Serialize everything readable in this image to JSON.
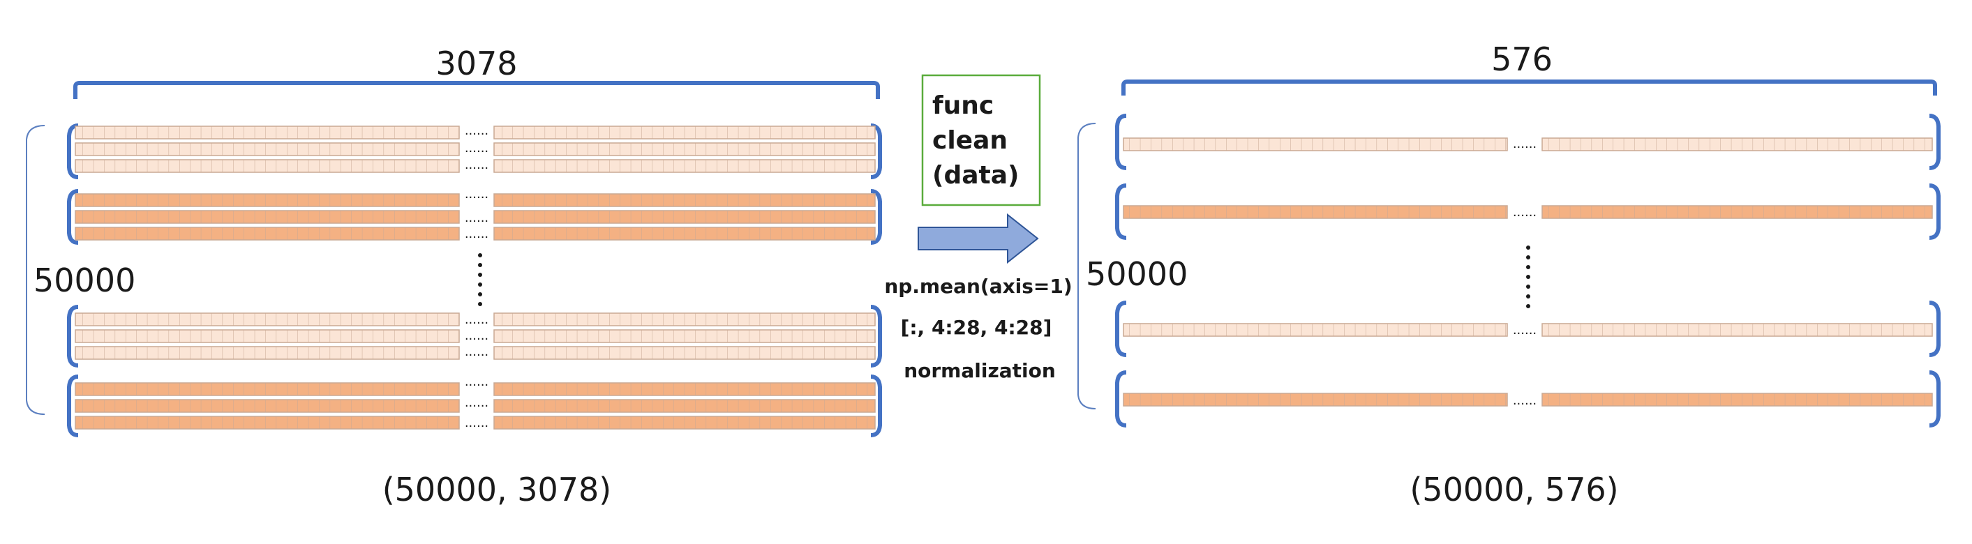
{
  "left_panel": {
    "width_label": "3078",
    "height_label": "50000",
    "shape_label": "(50000, 3078)",
    "dots": "......",
    "vdots": "⋮"
  },
  "right_panel": {
    "width_label": "576",
    "height_label": "50000",
    "shape_label": "(50000, 576)",
    "dots": "......",
    "vdots": "⋮"
  },
  "function_box": {
    "lines": [
      "func",
      "clean",
      "(data)"
    ],
    "border_color": "#5aac3c"
  },
  "operations": [
    "np.mean(axis=1)",
    "[:, 4:28, 4:28]",
    "normalization"
  ],
  "colors": {
    "light_cell_fill": "#fbe5d6",
    "dark_cell_fill": "#f4b183",
    "cell_stroke": "#c9a994",
    "bracket": "#4472c4",
    "bracket_thin": "#5b7fc0",
    "arrow_fill": "#8faadc",
    "arrow_stroke": "#2f5597"
  }
}
